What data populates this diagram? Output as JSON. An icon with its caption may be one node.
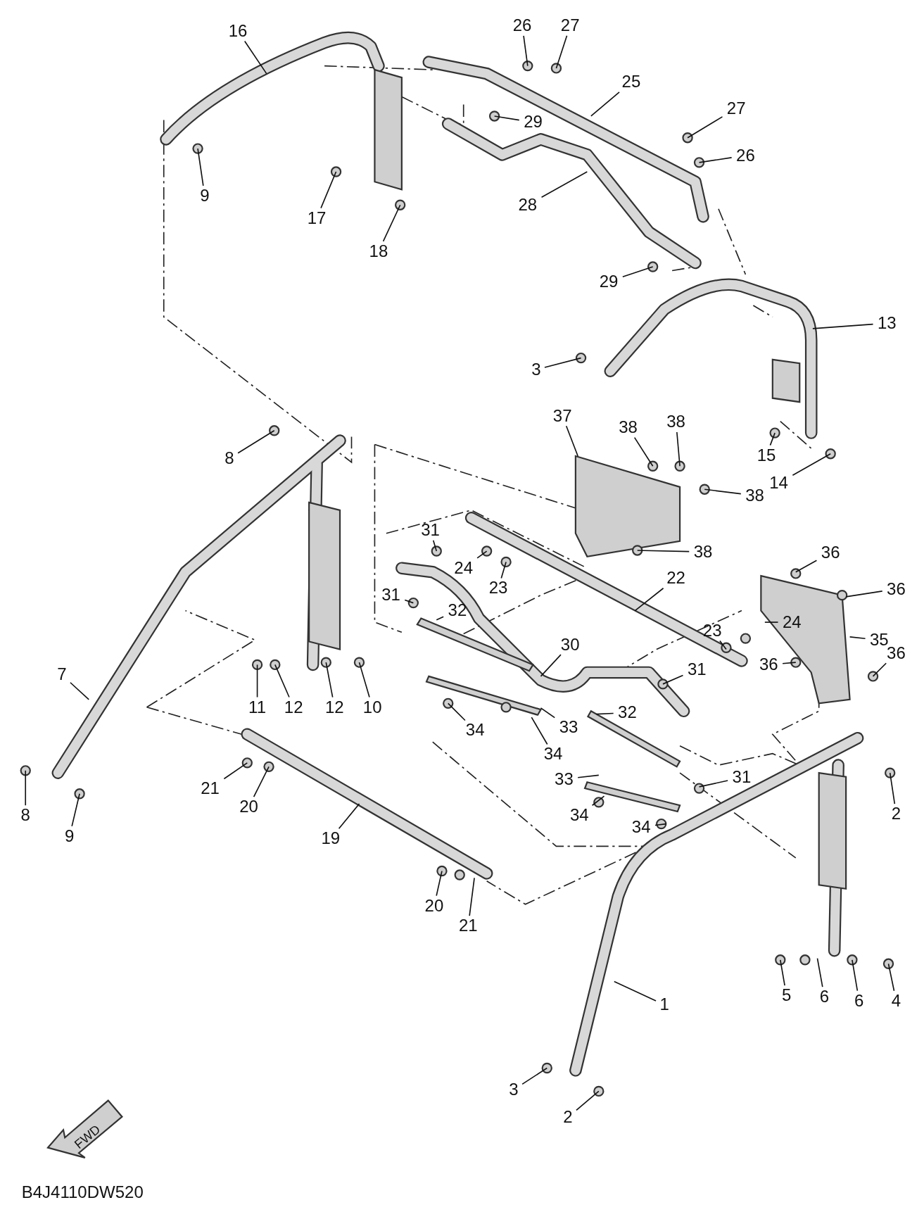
{
  "diagram": {
    "nodes": [
      {
        "text": [
          "16"
        ]
      },
      {
        "text": [
          "26"
        ]
      },
      {
        "text": [
          "27"
        ]
      },
      {
        "text": [
          "25"
        ]
      },
      {
        "text": [
          "29"
        ]
      },
      {
        "text": [
          "27"
        ]
      },
      {
        "text": [
          "26"
        ]
      },
      {
        "text": [
          "9"
        ]
      },
      {
        "text": [
          "17"
        ]
      },
      {
        "text": [
          "28"
        ]
      },
      {
        "text": [
          "18"
        ]
      },
      {
        "text": [
          "29"
        ]
      },
      {
        "text": [
          "13"
        ]
      },
      {
        "text": [
          "3"
        ]
      },
      {
        "text": [
          "37"
        ]
      },
      {
        "text": [
          "38"
        ]
      },
      {
        "text": [
          "38"
        ]
      },
      {
        "text": [
          "8"
        ]
      },
      {
        "text": [
          "15"
        ]
      },
      {
        "text": [
          "14"
        ]
      },
      {
        "text": [
          "38"
        ]
      },
      {
        "text": [
          "31"
        ]
      },
      {
        "text": [
          "38"
        ]
      },
      {
        "text": [
          "24"
        ]
      },
      {
        "text": [
          "36"
        ]
      },
      {
        "text": [
          "22"
        ]
      },
      {
        "text": [
          "23"
        ]
      },
      {
        "text": [
          "31"
        ]
      },
      {
        "text": [
          "36"
        ]
      },
      {
        "text": [
          "32"
        ]
      },
      {
        "text": [
          "24"
        ]
      },
      {
        "text": [
          "23"
        ]
      },
      {
        "text": [
          "35"
        ]
      },
      {
        "text": [
          "30"
        ]
      },
      {
        "text": [
          "36"
        ]
      },
      {
        "text": [
          "36"
        ]
      },
      {
        "text": [
          "31"
        ]
      },
      {
        "text": [
          "7"
        ]
      },
      {
        "text": [
          "11"
        ]
      },
      {
        "text": [
          "12"
        ]
      },
      {
        "text": [
          "12"
        ]
      },
      {
        "text": [
          "10"
        ]
      },
      {
        "text": [
          "32"
        ]
      },
      {
        "text": [
          "33"
        ]
      },
      {
        "text": [
          "34"
        ]
      },
      {
        "text": [
          "34"
        ]
      },
      {
        "text": [
          "21"
        ]
      },
      {
        "text": [
          "33"
        ]
      },
      {
        "text": [
          "31"
        ]
      },
      {
        "text": [
          "20"
        ]
      },
      {
        "text": [
          "34"
        ]
      },
      {
        "text": [
          "8"
        ]
      },
      {
        "text": [
          "2"
        ]
      },
      {
        "text": [
          "34"
        ]
      },
      {
        "text": [
          "9"
        ]
      },
      {
        "text": [
          "19"
        ]
      },
      {
        "text": [
          "20"
        ]
      },
      {
        "text": [
          "21"
        ]
      },
      {
        "text": [
          "5"
        ]
      },
      {
        "text": [
          "6"
        ]
      },
      {
        "text": [
          "6"
        ]
      },
      {
        "text": [
          "4"
        ]
      },
      {
        "text": [
          "1"
        ]
      },
      {
        "text": [
          "3"
        ]
      },
      {
        "text": [
          "2"
        ]
      }
    ],
    "edges": [
      {
        "from": 0,
        "to": null,
        "arrow": "none"
      },
      {
        "from": 1,
        "to": null,
        "arrow": "none"
      },
      {
        "from": 2,
        "to": null,
        "arrow": "none"
      },
      {
        "from": 3,
        "to": null,
        "arrow": "none"
      },
      {
        "from": 4,
        "to": null,
        "arrow": "none"
      },
      {
        "from": 5,
        "to": null,
        "arrow": "none"
      },
      {
        "from": 6,
        "to": null,
        "arrow": "none"
      },
      {
        "from": 7,
        "to": null,
        "arrow": "none"
      },
      {
        "from": 8,
        "to": null,
        "arrow": "none"
      },
      {
        "from": 9,
        "to": null,
        "arrow": "none"
      },
      {
        "from": 10,
        "to": null,
        "arrow": "none"
      },
      {
        "from": 11,
        "to": null,
        "arrow": "none"
      },
      {
        "from": 12,
        "to": null,
        "arrow": "none"
      },
      {
        "from": 13,
        "to": null,
        "arrow": "none"
      },
      {
        "from": 14,
        "to": null,
        "arrow": "none"
      },
      {
        "from": 15,
        "to": null,
        "arrow": "none"
      },
      {
        "from": 16,
        "to": null,
        "arrow": "none"
      },
      {
        "from": 17,
        "to": null,
        "arrow": "none"
      },
      {
        "from": 18,
        "to": null,
        "arrow": "none"
      },
      {
        "from": 19,
        "to": null,
        "arrow": "none"
      },
      {
        "from": 20,
        "to": null,
        "arrow": "none"
      },
      {
        "from": 21,
        "to": null,
        "arrow": "none"
      },
      {
        "from": 22,
        "to": null,
        "arrow": "none"
      },
      {
        "from": 23,
        "to": null,
        "arrow": "none"
      },
      {
        "from": 24,
        "to": null,
        "arrow": "none"
      },
      {
        "from": 25,
        "to": null,
        "arrow": "none"
      },
      {
        "from": 26,
        "to": null,
        "arrow": "none"
      },
      {
        "from": 27,
        "to": null,
        "arrow": "none"
      },
      {
        "from": 28,
        "to": null,
        "arrow": "none"
      },
      {
        "from": 29,
        "to": null,
        "arrow": "none"
      },
      {
        "from": 30,
        "to": null,
        "arrow": "none"
      },
      {
        "from": 31,
        "to": null,
        "arrow": "none"
      },
      {
        "from": 32,
        "to": null,
        "arrow": "none"
      },
      {
        "from": 33,
        "to": null,
        "arrow": "none"
      },
      {
        "from": 34,
        "to": null,
        "arrow": "none"
      },
      {
        "from": 35,
        "to": null,
        "arrow": "none"
      },
      {
        "from": 36,
        "to": null,
        "arrow": "none"
      },
      {
        "from": 37,
        "to": null,
        "arrow": "none"
      },
      {
        "from": 38,
        "to": null,
        "arrow": "none"
      },
      {
        "from": 39,
        "to": null,
        "arrow": "none"
      },
      {
        "from": 40,
        "to": null,
        "arrow": "none"
      },
      {
        "from": 41,
        "to": null,
        "arrow": "none"
      },
      {
        "from": 42,
        "to": null,
        "arrow": "none"
      },
      {
        "from": 43,
        "to": null,
        "arrow": "none"
      },
      {
        "from": 44,
        "to": null,
        "arrow": "none"
      },
      {
        "from": 45,
        "to": null,
        "arrow": "none"
      },
      {
        "from": 46,
        "to": null,
        "arrow": "none"
      },
      {
        "from": 47,
        "to": null,
        "arrow": "none"
      },
      {
        "from": 48,
        "to": null,
        "arrow": "none"
      },
      {
        "from": 49,
        "to": null,
        "arrow": "none"
      },
      {
        "from": 50,
        "to": null,
        "arrow": "none"
      },
      {
        "from": 51,
        "to": null,
        "arrow": "none"
      },
      {
        "from": 52,
        "to": null,
        "arrow": "none"
      },
      {
        "from": 53,
        "to": null,
        "arrow": "none"
      },
      {
        "from": 54,
        "to": null,
        "arrow": "none"
      },
      {
        "from": 55,
        "to": null,
        "arrow": "none"
      },
      {
        "from": 56,
        "to": null,
        "arrow": "none"
      },
      {
        "from": 57,
        "to": null,
        "arrow": "none"
      },
      {
        "from": 58,
        "to": null,
        "arrow": "none"
      },
      {
        "from": 59,
        "to": null,
        "arrow": "none"
      },
      {
        "from": 60,
        "to": null,
        "arrow": "none"
      },
      {
        "from": 61,
        "to": null,
        "arrow": "none"
      },
      {
        "from": 62,
        "to": null,
        "arrow": "none"
      },
      {
        "from": 63,
        "to": null,
        "arrow": "none"
      },
      {
        "from": 64,
        "to": null,
        "arrow": "none"
      }
    ],
    "labels": [
      "FWD",
      "B4J4110DW520"
    ]
  }
}
